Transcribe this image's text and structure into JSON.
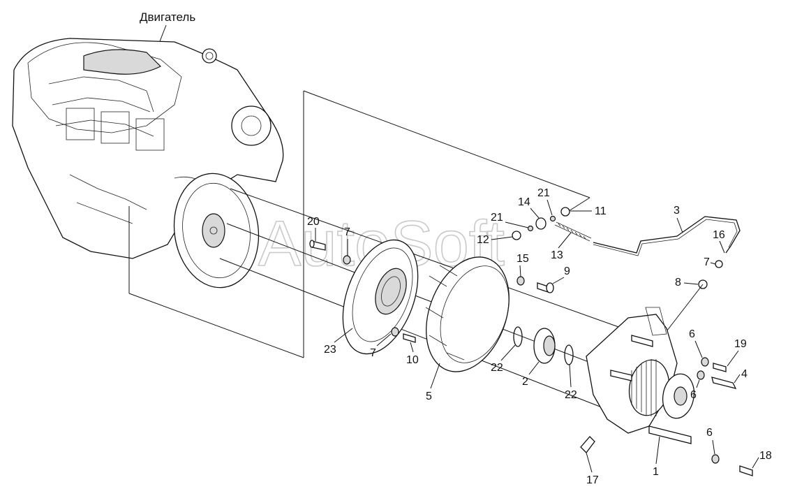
{
  "title": "Двигатель",
  "watermark": "AutoSoft",
  "callouts": [
    "20",
    "7",
    "21",
    "14",
    "21",
    "11",
    "3",
    "12",
    "13",
    "16",
    "15",
    "7",
    "9",
    "8",
    "23",
    "7",
    "10",
    "22",
    "2",
    "22",
    "5",
    "6",
    "19",
    "4",
    "6",
    "6",
    "18",
    "17",
    "1"
  ]
}
